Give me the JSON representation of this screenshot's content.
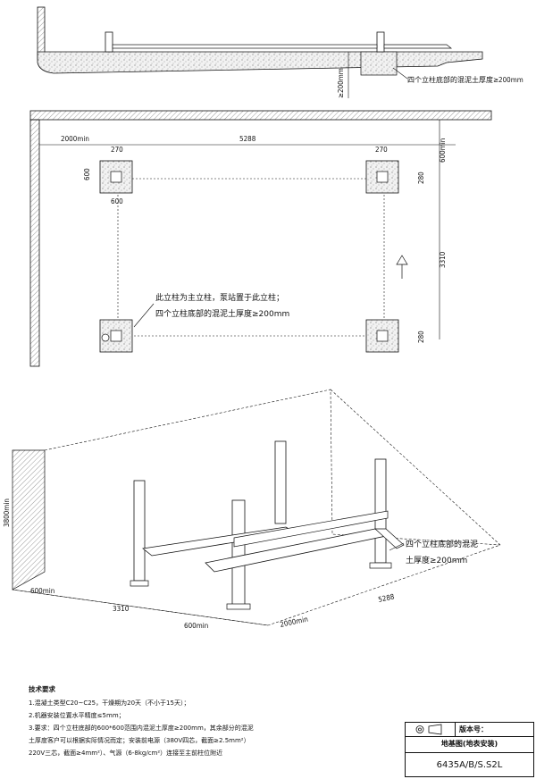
{
  "elevation": {
    "callout": "四个立柱底部的混泥土厚度≥200mm",
    "depth_dim": "≥200mm"
  },
  "plan": {
    "dims": {
      "left_offset": "2000min",
      "span_x": "5288",
      "post_w_left": "270",
      "post_w_right": "270",
      "pad_h": "600",
      "pad_w": "600",
      "top_margin": "600min",
      "right_280_top": "280",
      "span_y": "3310",
      "right_280_bottom": "280"
    },
    "callout_line1": "此立柱为主立柱，泵站置于此立柱；",
    "callout_line2": "四个立柱底部的混泥土厚度≥200mm"
  },
  "iso": {
    "height_dim": "3800min",
    "dim_600": "600min",
    "dim_3310": "3310",
    "dim_600b": "600min",
    "dim_2000": "2000min",
    "dim_5288": "5288",
    "callout_line1": "四个立柱底部的混泥",
    "callout_line2": "土厚度≥200mm"
  },
  "notes": {
    "title": "技术要求",
    "lines": [
      "1.混凝土类型C20~C25，干燥期为20天（不小于15天）；",
      "2.机器安装位置水平精度≤5mm；",
      "3.要求：四个立柱底部的600*600范围内混泥土厚度≥200mm，其余部分的混泥",
      "土厚度客户可以根据实际情况而定；安装前电源（380V四芯，截面≥2.5mm²）",
      "220V三芯，截面≥4mm²）、气源（6-8kg/cm²）连接至主前柱位附近"
    ]
  },
  "title_block": {
    "version_label": "版本号：",
    "drawing_name": "地基图(地表安装)",
    "model": "6435A/B/S.S2L"
  }
}
